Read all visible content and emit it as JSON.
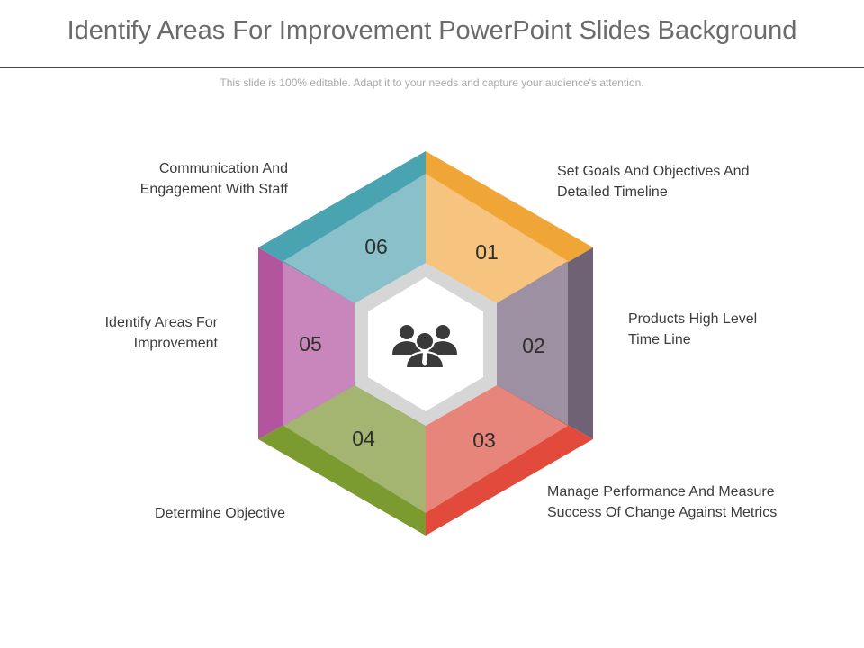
{
  "title": "Identify Areas For Improvement PowerPoint Slides Background",
  "subtitle": "This slide is 100% editable. Adapt it to your needs and capture your audience's attention.",
  "center_icon": "people-group-icon",
  "segments": [
    {
      "number": "01",
      "label": "Set Goals And Objectives And Detailed Timeline",
      "color": "#f0a637",
      "face": "#f6c47e"
    },
    {
      "number": "02",
      "label": "Products High Level Time Line",
      "color": "#6f6275",
      "face": "#9d90a3"
    },
    {
      "number": "03",
      "label": "Manage Performance And Measure Success Of Change Against Metrics",
      "color": "#e24b3b",
      "face": "#e8857a"
    },
    {
      "number": "04",
      "label": "Determine Objective",
      "color": "#7b9a2f",
      "face": "#a3b570"
    },
    {
      "number": "05",
      "label": "Identify Areas For Improvement",
      "color": "#b2549e",
      "face": "#c986bd"
    },
    {
      "number": "06",
      "label": "Communication And Engagement With Staff",
      "color": "#4aa3b1",
      "face": "#89c0c9"
    }
  ]
}
